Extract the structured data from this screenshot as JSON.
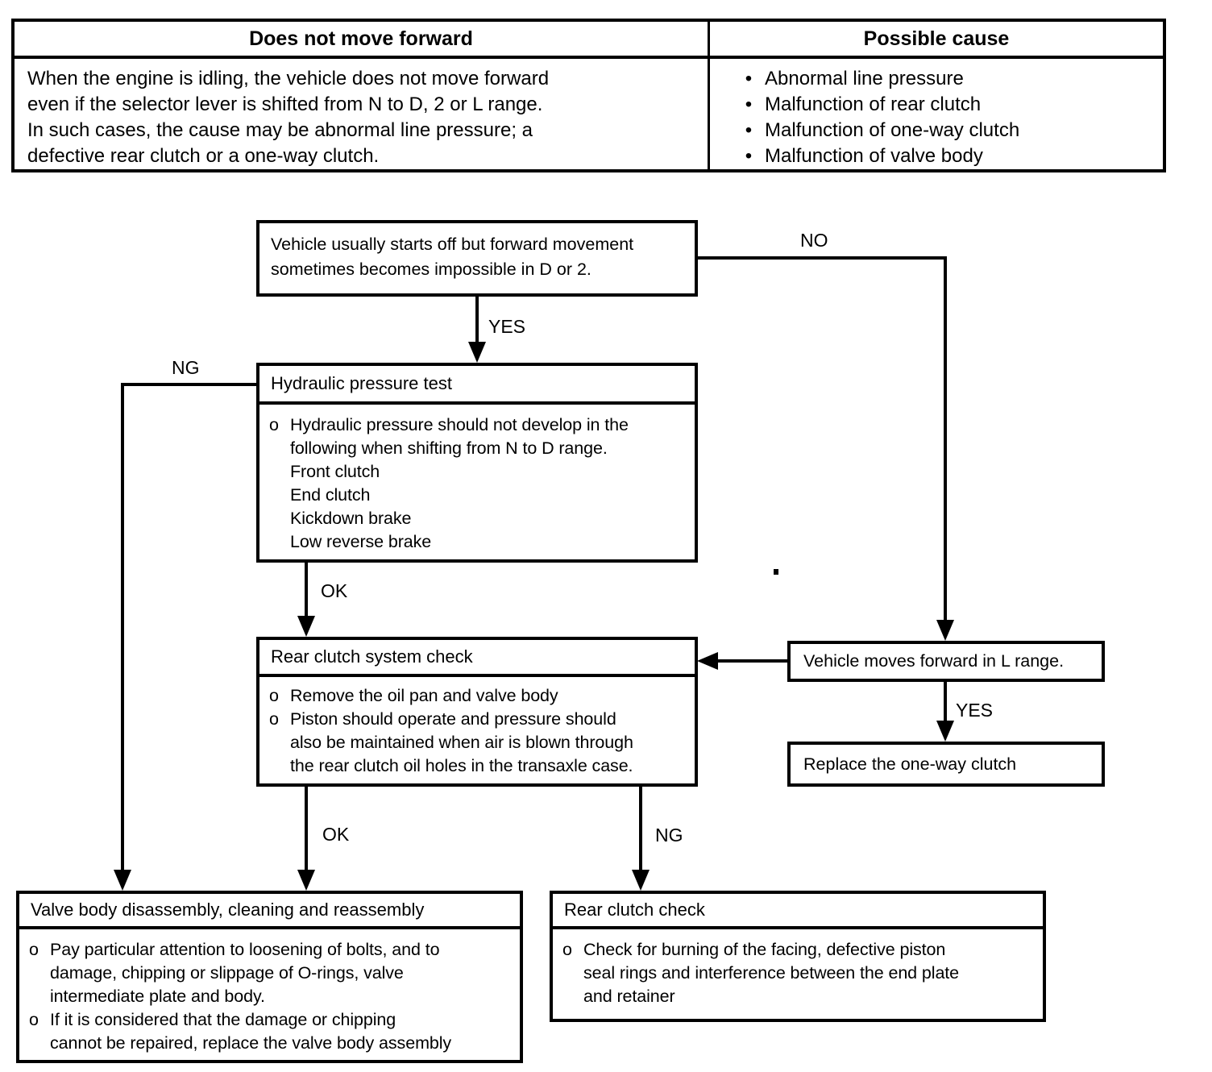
{
  "colors": {
    "ink": "#000000",
    "paper": "#ffffff"
  },
  "table": {
    "left": {
      "header": "Does not move forward",
      "lines": [
        "When the engine is idling, the vehicle does not move forward",
        "even if the selector lever is shifted from N to D, 2 or L range.",
        "In such cases, the cause may be abnormal line pressure; a",
        "defective rear clutch or a one-way clutch."
      ]
    },
    "right": {
      "header": "Possible cause",
      "bullet_char": "•",
      "items": [
        "Abnormal line pressure",
        "Malfunction of rear clutch",
        "Malfunction of one-way clutch",
        "Malfunction of valve body"
      ]
    }
  },
  "flowchart": {
    "bullet_marker": "o",
    "labels": {
      "yes1": "YES",
      "no1": "NO",
      "ng_left": "NG",
      "ok1": "OK",
      "yes2": "YES",
      "ok2": "OK",
      "ng2": "NG"
    },
    "nodes": {
      "start": {
        "lines": [
          "Vehicle usually starts off but forward movement",
          "sometimes becomes impossible in D or 2."
        ]
      },
      "hydraulic_test": {
        "title": "Hydraulic pressure test",
        "item1_lines": [
          "Hydraulic pressure should not develop in the",
          "following when shifting from N to D range.",
          "Front clutch",
          "End clutch",
          "Kickdown brake",
          "Low reverse brake"
        ]
      },
      "rear_clutch_system_check": {
        "title": "Rear clutch system check",
        "item1_lines": [
          "Remove the oil pan and valve body"
        ],
        "item2_lines": [
          "Piston should operate and pressure should",
          "also be maintained when air is blown through",
          "the rear clutch oil holes in the transaxle case."
        ]
      },
      "l_range": {
        "text": "Vehicle moves forward in L range."
      },
      "replace_one_way": {
        "text": "Replace the one-way clutch"
      },
      "valve_body": {
        "title": "Valve body disassembly, cleaning and reassembly",
        "item1_lines": [
          "Pay particular attention to loosening of bolts, and to",
          "damage, chipping or slippage of O-rings, valve",
          "intermediate plate and body."
        ],
        "item2_lines": [
          "If it is considered that the damage or chipping",
          "cannot be repaired, replace the valve body assembly"
        ]
      },
      "rear_clutch_check": {
        "title": "Rear clutch check",
        "item1_lines": [
          "Check for burning of the facing, defective piston",
          "seal rings and interference between the end plate",
          "and retainer"
        ]
      }
    }
  }
}
